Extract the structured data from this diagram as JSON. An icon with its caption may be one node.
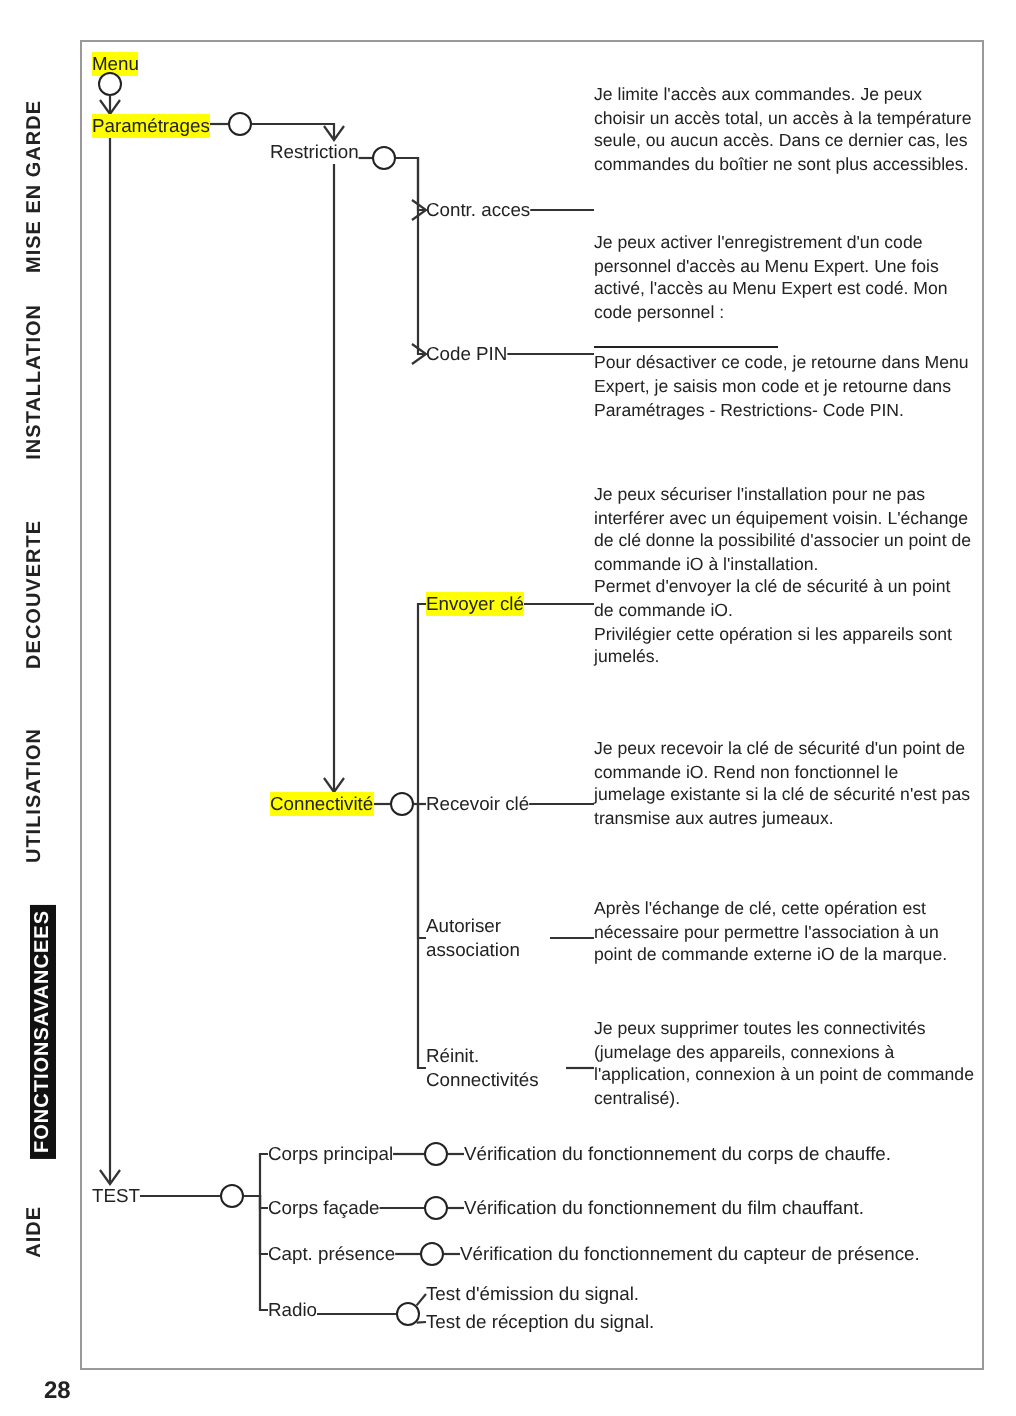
{
  "diagram": {
    "nodes": [
      {
        "text": [
          "Menu"
        ]
      },
      {
        "text": [],
        "shape": "circle"
      },
      {
        "text": [
          "Paramétrages"
        ]
      },
      {
        "text": [],
        "shape": "circle"
      },
      {
        "text": [
          "Restriction"
        ]
      },
      {
        "text": [],
        "shape": "circle"
      },
      {
        "text": [
          "Contr. acces"
        ]
      },
      {
        "text": [
          "Code PIN"
        ]
      },
      {
        "text": [
          "Je limite l'accès aux commandes. Je peux choisir un accès total, un accès à la température seule, ou aucun accès. Dans ce dernier cas, les commandes du boîtier ne sont plus accessibles."
        ]
      },
      {
        "text": [
          "Je peux activer l'enregistrement d'un code personnel d'accès au Menu Expert. Une fois activé, l'accès au Menu Expert est codé. Mon code personnel :",
          "Pour désactiver ce code, je retourne dans Menu Expert, je saisis mon code et je retourne dans Paramétrages - Restrictions- Code PIN."
        ]
      },
      {
        "text": [
          "Connectivité"
        ]
      },
      {
        "text": [],
        "shape": "circle"
      },
      {
        "text": [
          "Envoyer clé"
        ]
      },
      {
        "text": [
          "Je peux sécuriser l'installation pour ne pas interférer avec un équipement voisin. L'échange de clé donne la possibilité d'associer un point de commande iO à l'installation.",
          "Permet d'envoyer la clé de sécurité à un point de commande iO.",
          "Privilégier cette opération si les appareils sont jumelés."
        ]
      },
      {
        "text": [
          "Recevoir clé"
        ]
      },
      {
        "text": [
          "Je peux recevoir la clé de sécurité d'un point de commande iO. Rend non fonctionnel le jumelage existante si la clé de sécurité n'est pas transmise aux autres jumeaux."
        ]
      },
      {
        "text": [
          "Autoriser association"
        ]
      },
      {
        "text": [
          "Après l'échange de clé, cette opération est nécessaire pour permettre l'association à un point de commande externe iO de la marque."
        ]
      },
      {
        "text": [
          "Réinit. Connectivités"
        ]
      },
      {
        "text": [
          "Je peux supprimer toutes les connectivités (jumelage des appareils, connexions à l'application, connexion à un point de commande centralisé)."
        ]
      },
      {
        "text": [
          "TEST"
        ]
      },
      {
        "text": [],
        "shape": "circle"
      },
      {
        "text": [
          "Corps principal"
        ]
      },
      {
        "text": [],
        "shape": "circle"
      },
      {
        "text": [
          "Vérification du fonctionnement du corps de chauffe."
        ]
      },
      {
        "text": [
          "Corps façade"
        ]
      },
      {
        "text": [],
        "shape": "circle"
      },
      {
        "text": [
          "Vérification du fonctionnement du film chauffant."
        ]
      },
      {
        "text": [
          "Capt. présence"
        ]
      },
      {
        "text": [],
        "shape": "circle"
      },
      {
        "text": [
          "Vérification du fonctionnement du capteur de présence."
        ]
      },
      {
        "text": [
          "Radio"
        ]
      },
      {
        "text": [],
        "shape": "circle"
      },
      {
        "text": [
          "Test d'émission du signal."
        ]
      },
      {
        "text": [
          "Test de réception du signal."
        ]
      }
    ],
    "edges": [
      {
        "from": 1,
        "to": 2,
        "arrow": "to"
      },
      {
        "from": 2,
        "to": 3,
        "arrow": "none"
      },
      {
        "from": 3,
        "to": 4,
        "arrow": "to"
      },
      {
        "from": 4,
        "to": 5,
        "arrow": "none"
      },
      {
        "from": 5,
        "to": 6,
        "arrow": "to"
      },
      {
        "from": 5,
        "to": 7,
        "arrow": "to"
      },
      {
        "from": 6,
        "to": 8,
        "arrow": "none"
      },
      {
        "from": 7,
        "to": 9,
        "arrow": "none"
      },
      {
        "from": 4,
        "to": 10,
        "arrow": "to"
      },
      {
        "from": 2,
        "to": 20,
        "arrow": "to"
      },
      {
        "from": 10,
        "to": 11,
        "arrow": "none"
      },
      {
        "from": 11,
        "to": 12,
        "arrow": "none"
      },
      {
        "from": 11,
        "to": 14,
        "arrow": "none"
      },
      {
        "from": 11,
        "to": 16,
        "arrow": "none"
      },
      {
        "from": 11,
        "to": 18,
        "arrow": "none"
      },
      {
        "from": 12,
        "to": 13,
        "arrow": "none"
      },
      {
        "from": 14,
        "to": 15,
        "arrow": "none"
      },
      {
        "from": 16,
        "to": 17,
        "arrow": "none"
      },
      {
        "from": 18,
        "to": 19,
        "arrow": "none"
      },
      {
        "from": 20,
        "to": 21,
        "arrow": "none"
      },
      {
        "from": 21,
        "to": 22,
        "arrow": "none"
      },
      {
        "from": 21,
        "to": 25,
        "arrow": "none"
      },
      {
        "from": 21,
        "to": 28,
        "arrow": "none"
      },
      {
        "from": 21,
        "to": 31,
        "arrow": "none"
      },
      {
        "from": 22,
        "to": 23,
        "arrow": "none"
      },
      {
        "from": 23,
        "to": 24,
        "arrow": "none"
      },
      {
        "from": 25,
        "to": 26,
        "arrow": "none"
      },
      {
        "from": 26,
        "to": 27,
        "arrow": "none"
      },
      {
        "from": 28,
        "to": 29,
        "arrow": "none"
      },
      {
        "from": 29,
        "to": 30,
        "arrow": "none"
      },
      {
        "from": 31,
        "to": 32,
        "arrow": "none"
      },
      {
        "from": 32,
        "to": 33,
        "arrow": "none"
      },
      {
        "from": 32,
        "to": 34,
        "arrow": "none"
      }
    ],
    "labels": [
      "MISE EN GARDE",
      "INSTALLATION",
      "DECOUVERTE",
      "UTILISATION",
      "FONCTIONSAVANCEES",
      "AIDE",
      "28"
    ]
  }
}
